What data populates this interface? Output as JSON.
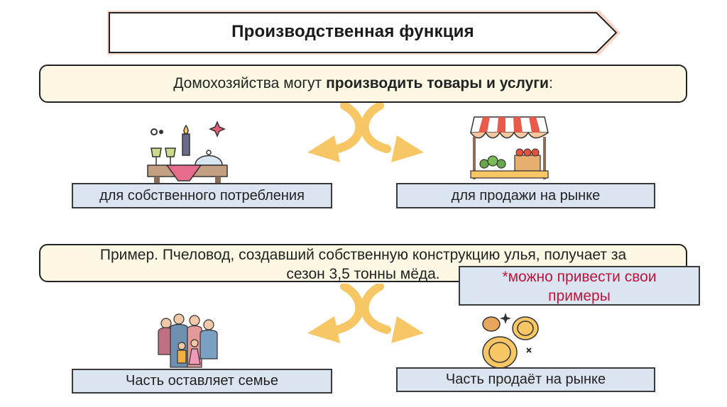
{
  "title": "Производственная функция",
  "intro": {
    "prefix": "Домохозяйства могут",
    "bold": "производить товары и услуги",
    "suffix": ":"
  },
  "branches": {
    "own_consumption": "для собственного потребления",
    "market_sale": "для продажи на рынке"
  },
  "example": {
    "line1": "Пример. Пчеловод, создавший собственную конструкцию улья, получает за",
    "line2": "сезон 3,5 тонны мёда."
  },
  "note": {
    "line1": "*можно привести свои",
    "line2": "примеры"
  },
  "outcomes": {
    "family": "Часть оставляет семье",
    "sells": "Часть продаёт на рынке"
  },
  "colors": {
    "arrow": "#f7c665",
    "box_fill": "#fdf8e3",
    "label_fill": "#dbe5f1",
    "note_text": "#c0143c"
  }
}
